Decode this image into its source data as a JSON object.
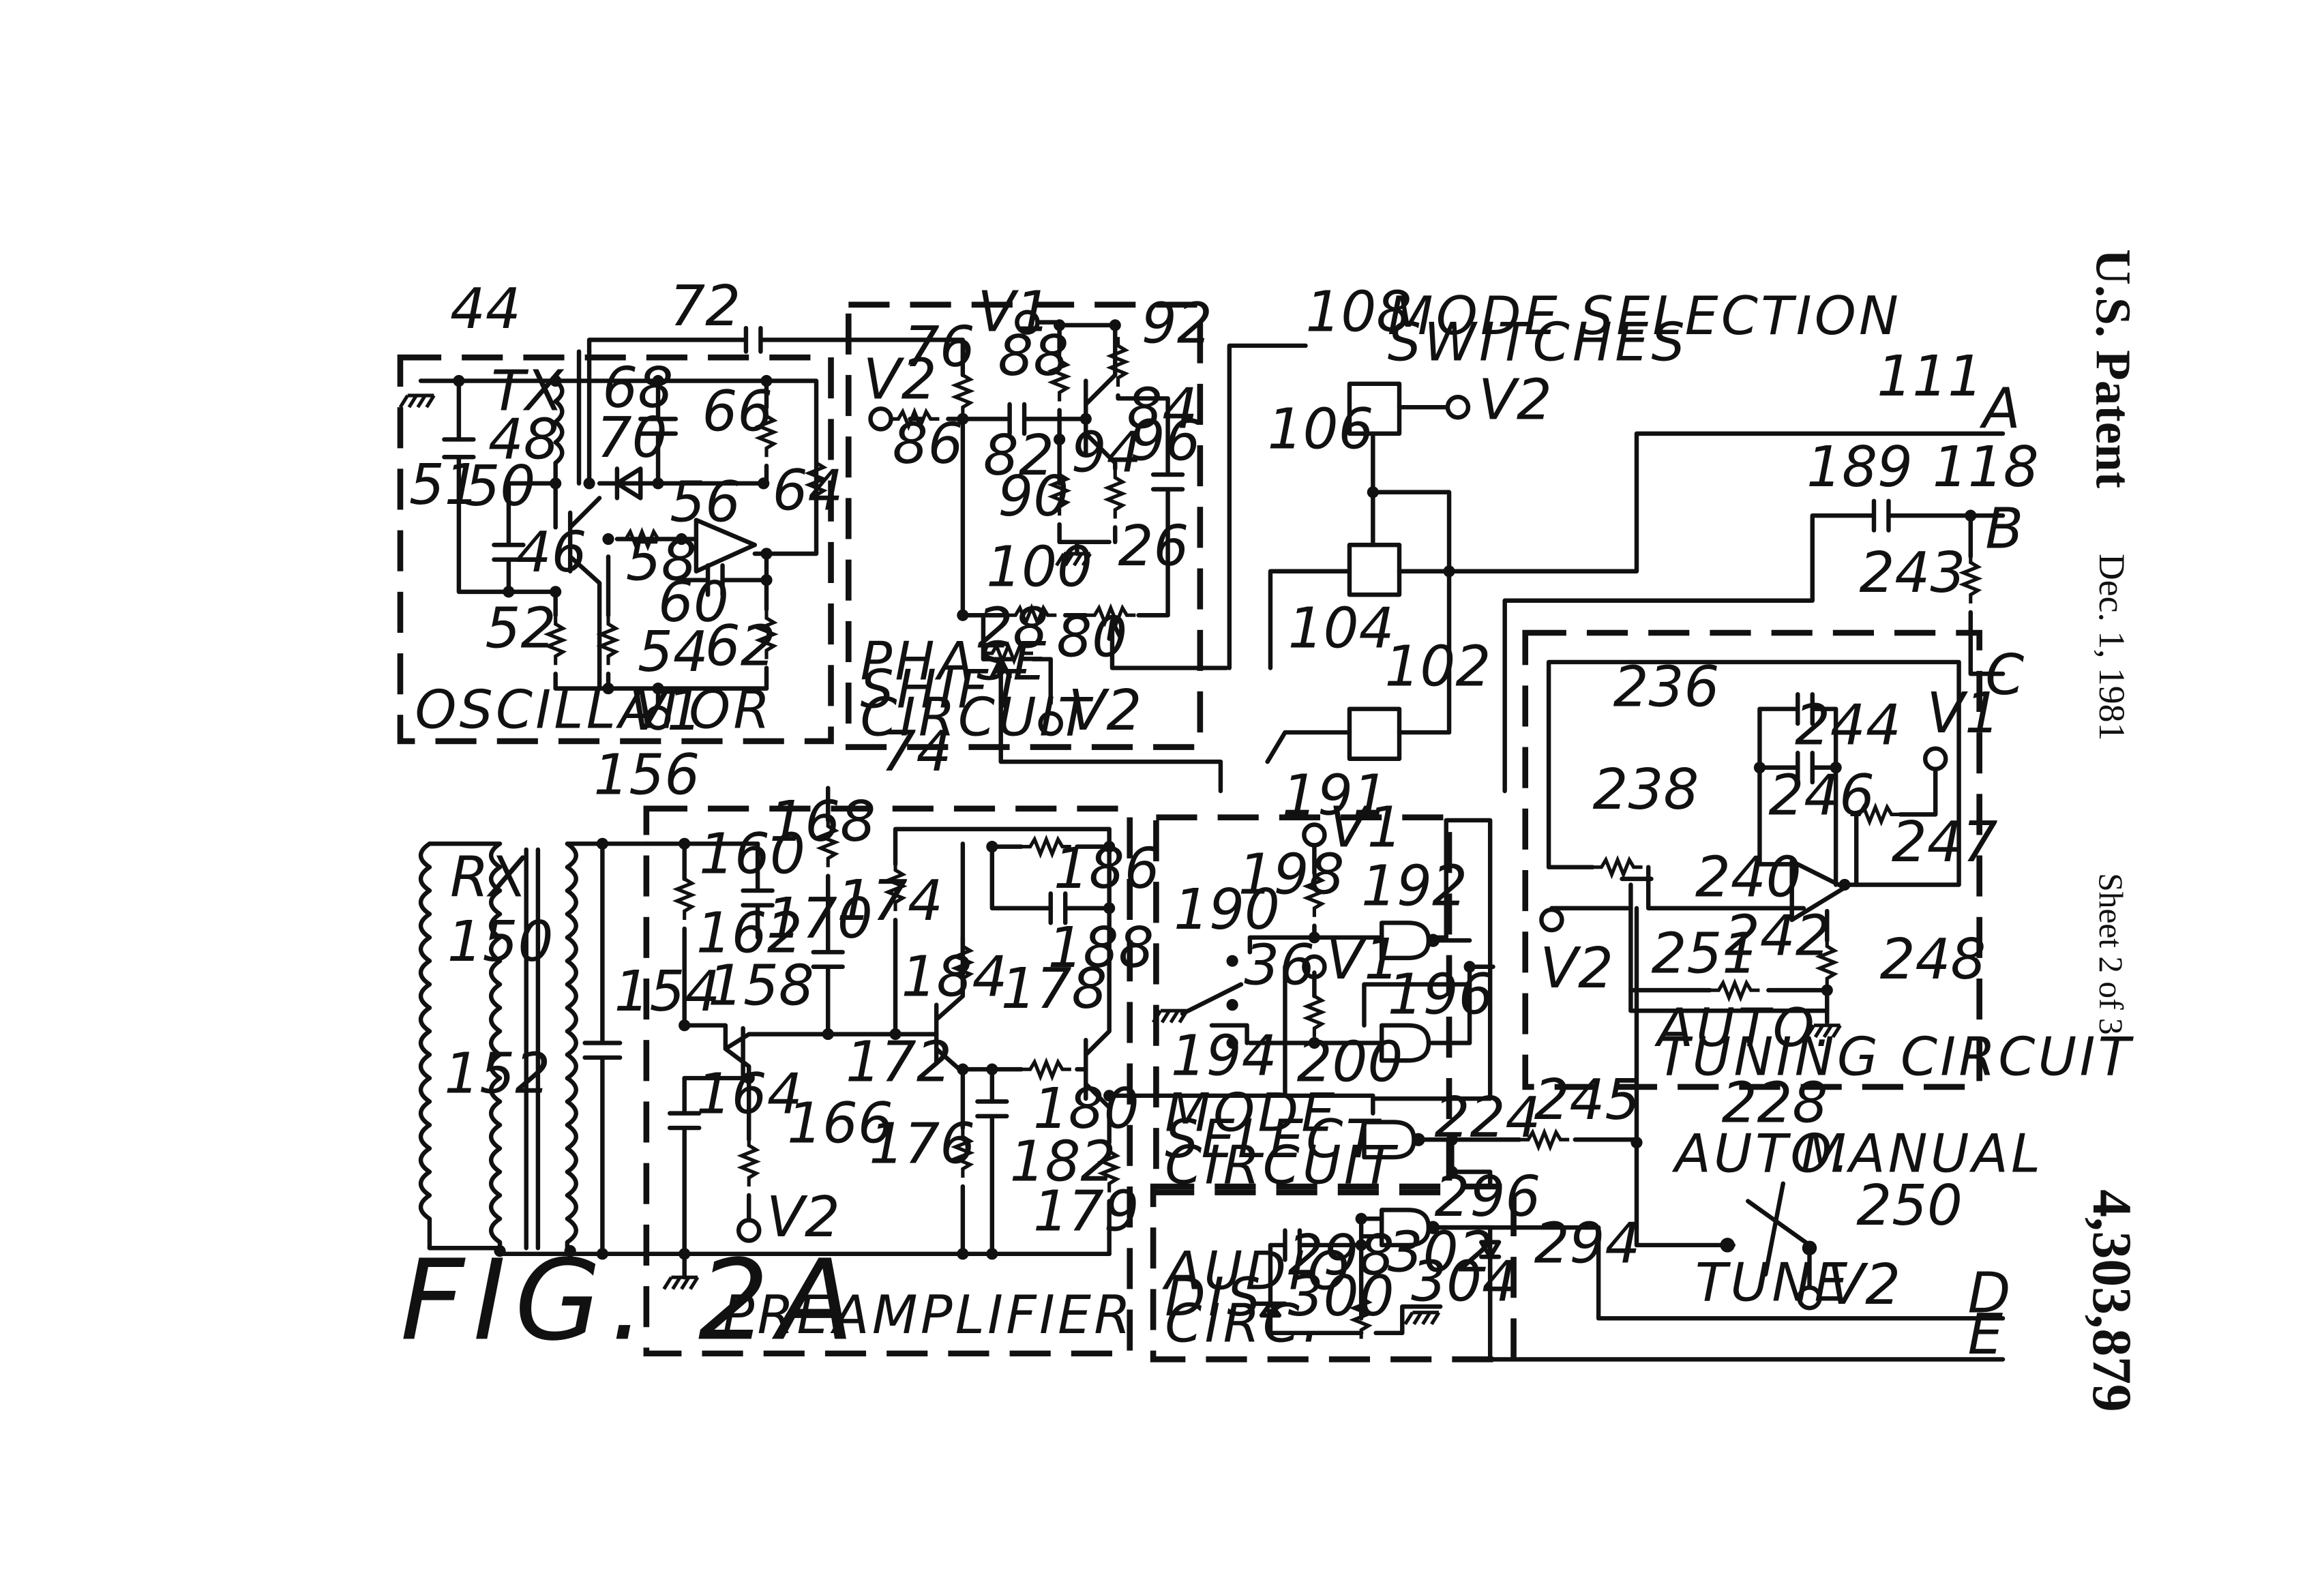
{
  "header": {
    "office": "U.S. Patent",
    "date": "Dec. 1, 1981",
    "sheet": "Sheet 2 of 3",
    "number": "4,303,879"
  },
  "figure": {
    "label": "FIG. 2A"
  },
  "blocks": {
    "oscillator": "OSCILLATOR",
    "phase_shift_1": "PHASE",
    "phase_shift_2": "SHIFT",
    "phase_shift_3": "CIRCUIT",
    "mode_selection_1": "MODE SELECTION",
    "mode_selection_2": "SWITCHES",
    "preamplifier": "PREAMPLIFIER",
    "mode_select_1": "MODE",
    "mode_select_2": "SELECT",
    "mode_select_3": "CIRCUIT",
    "audio_1": "AUDIO",
    "audio_2": "DIS.",
    "audio_3": "CIRC.",
    "auto_tuning_1": "AUTO.",
    "auto_tuning_2": "TUNING CIRCUIT",
    "auto": "AUTO.",
    "manual": "MANUAL",
    "tune": "TUNE",
    "tx": "TX",
    "rx": "RX"
  },
  "supplies": {
    "v1": "V1",
    "v2": "V2"
  },
  "terminals": {
    "a": "A",
    "b": "B",
    "c": "C",
    "d": "D",
    "e": "E"
  },
  "refs": {
    "r44": "44",
    "r72": "72",
    "r76": "76",
    "r88": "88",
    "r92": "92",
    "r108": "108",
    "r111": "111",
    "r48": "48",
    "r51": "51",
    "r50": "50",
    "r46": "46",
    "r52": "52",
    "r54": "54",
    "r58": "58",
    "r60": "60",
    "r62": "62",
    "r56": "56",
    "r64": "64",
    "r66": "66",
    "r68": "68",
    "r70": "70",
    "r86": "86",
    "r82": "82",
    "r90": "90",
    "r94": "94",
    "r84": "84",
    "r96": "96",
    "r100": "100",
    "r26": "26",
    "r28": "28",
    "r80": "80",
    "r74": "74",
    "r106": "106",
    "r104": "104",
    "r102": "102",
    "r189": "189",
    "r118": "118",
    "r243": "243",
    "r236": "236",
    "r244": "244",
    "r246": "246",
    "r238": "238",
    "r240": "240",
    "r242": "242",
    "r247": "247",
    "r251": "251",
    "r248": "248",
    "r228": "228",
    "r156": "156",
    "r160": "160",
    "r162": "162",
    "r168": "168",
    "r170": "170",
    "r174": "174",
    "r186": "186",
    "r188": "188",
    "r184": "184",
    "r158": "158",
    "r164": "164",
    "r166": "166",
    "r172": "172",
    "r178": "178",
    "r176": "176",
    "r182": "182",
    "r180": "180",
    "r179": "179",
    "r150": "150",
    "r152": "152",
    "r154": "154",
    "r191": "191",
    "r198": "198",
    "r192": "192",
    "r190": "190",
    "r36": "36",
    "r196": "196",
    "r194": "194",
    "r200": "200",
    "r224": "224",
    "r245": "245",
    "r250": "250",
    "r296": "296",
    "r298": "298",
    "r302": "302",
    "r300": "300",
    "r304": "304",
    "r294": "294"
  }
}
